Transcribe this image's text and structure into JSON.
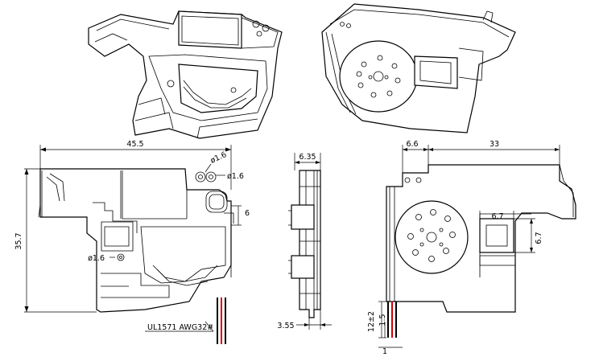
{
  "dimensions": {
    "overall_width": "45.5",
    "overall_height": "35.7",
    "hole_dia_top": "ø1.6",
    "hole_dia_right": "ø1.6",
    "hole_dia_left": "ø1.6",
    "slot_six": "6",
    "side_thickness": "6.35",
    "side_bottom": "3.55",
    "right_offset": "6.6",
    "right_width": "33",
    "window_width": "6.7",
    "window_height": "6.7",
    "wire_gap": "12±2",
    "wire_strip": "1.5",
    "wire_tip": "1"
  },
  "labels": {
    "cable_spec": "UL1571 AWG32#"
  },
  "colors": {
    "line": "#000000",
    "wire_positive": "#d80000",
    "wire_negative": "#000000"
  }
}
